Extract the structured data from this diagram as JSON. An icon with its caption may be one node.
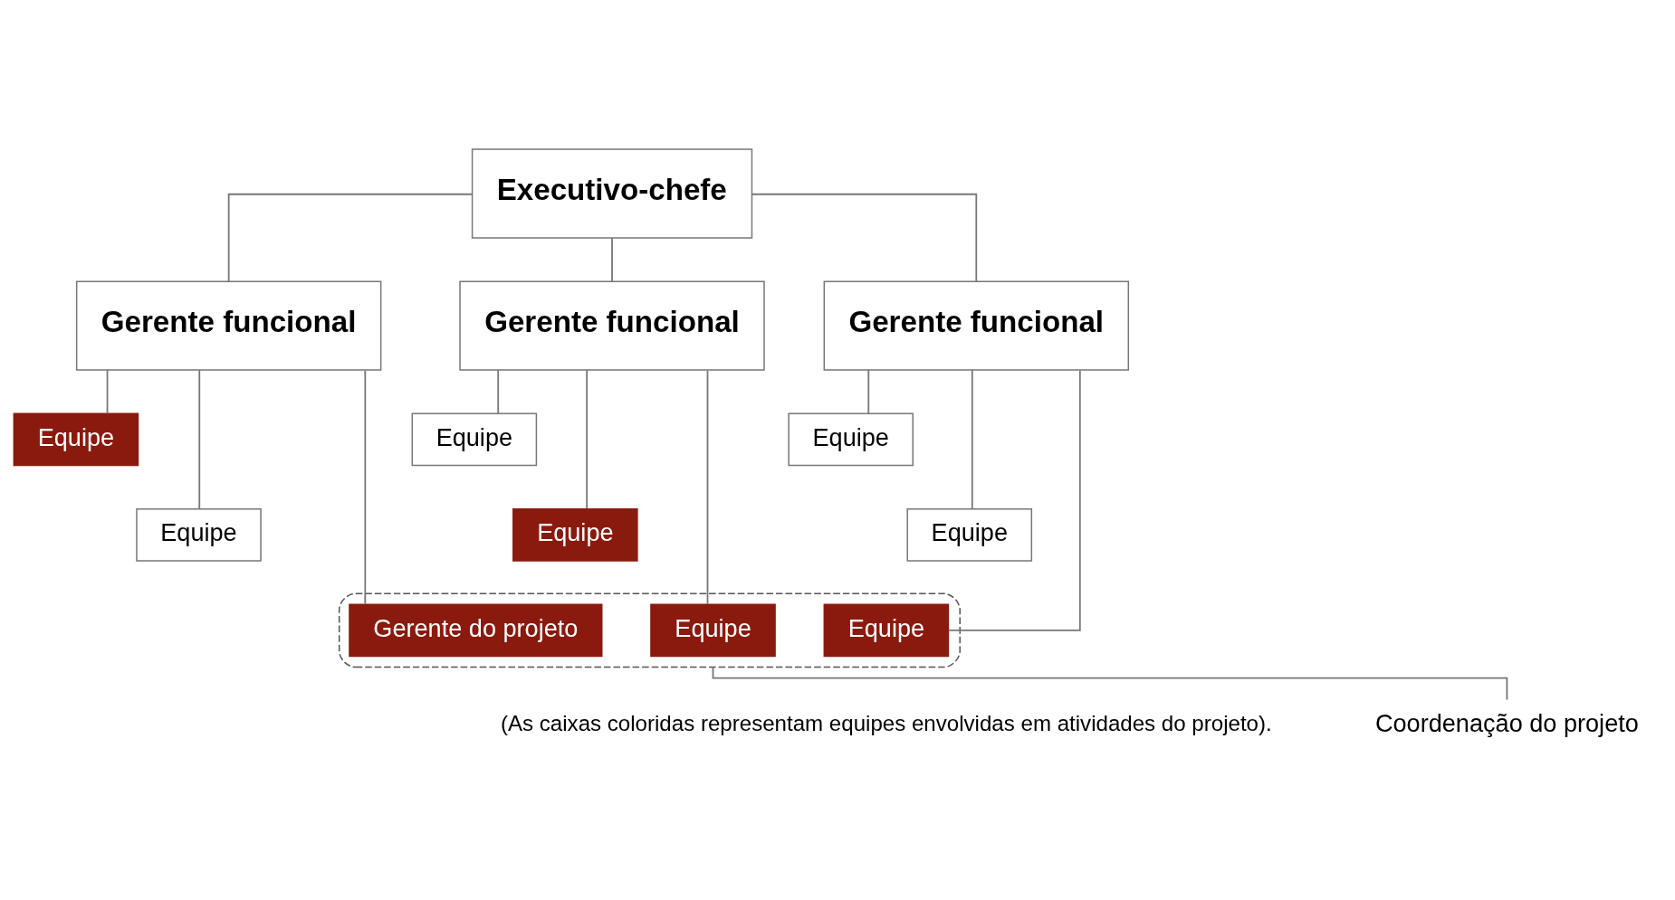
{
  "diagram": {
    "nodes": [
      {
        "text": [
          "Executivo-chefe"
        ]
      },
      {
        "text": [
          "Gerente funcional"
        ]
      },
      {
        "text": [
          "Gerente funcional"
        ]
      },
      {
        "text": [
          "Gerente funcional"
        ]
      },
      {
        "text": [
          "Equipe"
        ]
      },
      {
        "text": [
          "Equipe"
        ]
      },
      {
        "text": [
          "Equipe"
        ]
      },
      {
        "text": [
          "Equipe"
        ]
      },
      {
        "text": [
          "Equipe"
        ]
      },
      {
        "text": [
          "Equipe"
        ]
      },
      {
        "text": [],
        "shape": "box"
      },
      {
        "text": [
          "Gerente do projeto"
        ],
        "in": 10
      },
      {
        "text": [
          "Equipe"
        ],
        "in": 10
      },
      {
        "text": [
          "Equipe"
        ],
        "in": 10
      },
      {
        "text": [
          "Coordenação do projeto"
        ]
      }
    ],
    "edges": [
      {
        "from": 0,
        "to": 1,
        "arrow": "none"
      },
      {
        "from": 0,
        "to": 2,
        "arrow": "none"
      },
      {
        "from": 0,
        "to": 3,
        "arrow": "none"
      },
      {
        "from": 1,
        "to": 4,
        "arrow": "none"
      },
      {
        "from": 1,
        "to": 7,
        "arrow": "none"
      },
      {
        "from": 1,
        "to": 11,
        "arrow": "none"
      },
      {
        "from": 2,
        "to": 5,
        "arrow": "none"
      },
      {
        "from": 2,
        "to": 8,
        "arrow": "none"
      },
      {
        "from": 2,
        "to": 12,
        "arrow": "none"
      },
      {
        "from": 3,
        "to": 6,
        "arrow": "none"
      },
      {
        "from": 3,
        "to": 9,
        "arrow": "none"
      },
      {
        "from": 3,
        "to": 13,
        "arrow": "none"
      },
      {
        "from": 14,
        "to": 10,
        "arrow": "none"
      }
    ],
    "labels": [
      "(As caixas coloridas representam equipes envolvidas em atividades do projeto)."
    ]
  }
}
